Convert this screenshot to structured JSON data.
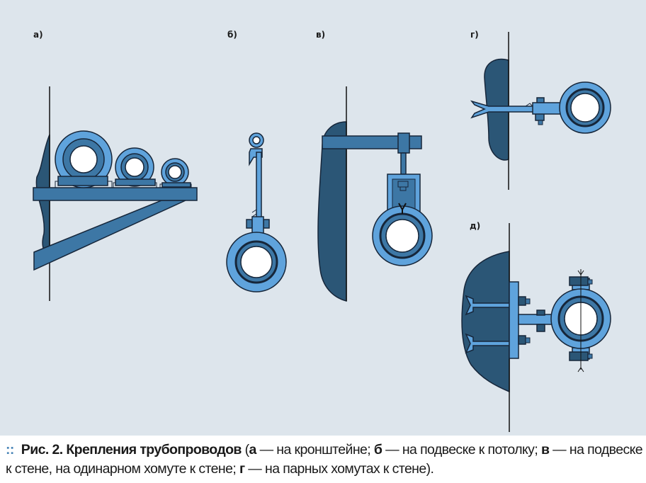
{
  "figure": {
    "labels": {
      "a": "а)",
      "b": "б)",
      "v": "в)",
      "g": "г)",
      "d": "д)"
    },
    "colors": {
      "background": "#dde5ec",
      "light": "#5fa3dc",
      "mid": "#3d77a5",
      "dark": "#2b5676",
      "outline": "#16263a"
    }
  },
  "caption": {
    "marker": "::",
    "title": "Рис. 2. Крепления трубопроводов",
    "open": " (",
    "k1": "а",
    "t1": " — на кронштейне; ",
    "k2": "б",
    "t2": " — на подвеске к потолку; ",
    "k3": "в",
    "t3": " — на подвеске к стене, на одинарном хомуте к стене; ",
    "k4": "г",
    "t4": " — на парных хомутах к стене)."
  }
}
